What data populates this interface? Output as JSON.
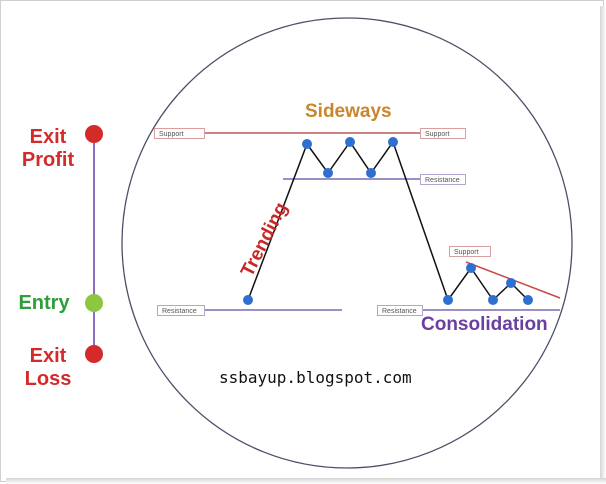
{
  "legend": {
    "exit_profit_line1": "Exit",
    "exit_profit_line2": "Profit",
    "entry": "Entry",
    "exit_loss_line1": "Exit",
    "exit_loss_line2": "Loss",
    "colors": {
      "exit": "#d42a2a",
      "entry": "#2e9e3a",
      "bar": "#8a6fc1"
    }
  },
  "diagram": {
    "sideways": "Sideways",
    "trending": "Trending",
    "consolidation": "Consolidation",
    "support_top_left": "Support",
    "support_top_right": "Support",
    "resistance_mid_right": "Resistance",
    "support_consolidation": "Support",
    "resistance_left": "Resistance",
    "resistance_bottom_right": "Resistance",
    "colors": {
      "sideways": "#c8862e",
      "trending": "#c82828",
      "consolidation": "#6a3fa0",
      "support_line": "#b85c5c",
      "resistance_line": "#7a6ab0",
      "price_line": "#111111",
      "dot": "#2f6fd0"
    }
  },
  "url": "ssbayup.blogspot.com"
}
